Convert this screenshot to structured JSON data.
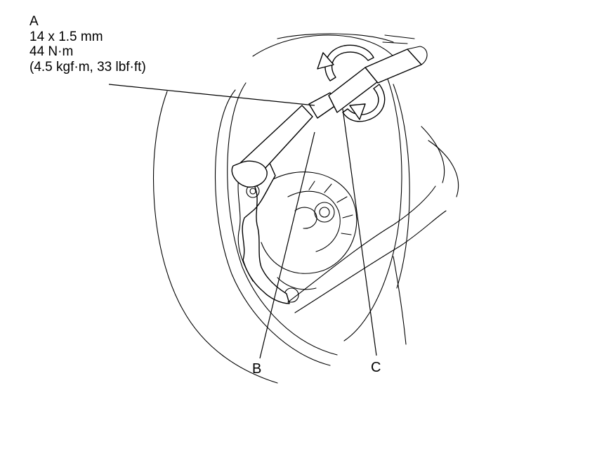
{
  "callout_a": {
    "letter": "A",
    "size": "14 x 1.5 mm",
    "torque_nm": "44 N·m",
    "torque_alt": "(4.5 kgf·m, 33 lbf·ft)"
  },
  "labels": {
    "b": "B",
    "c": "C"
  }
}
